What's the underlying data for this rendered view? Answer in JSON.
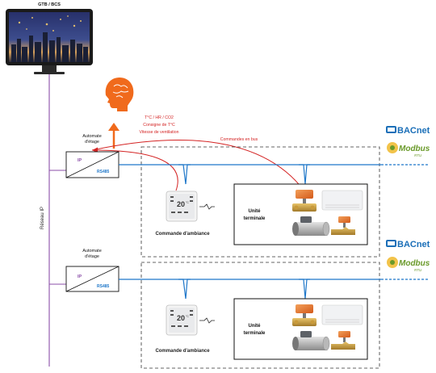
{
  "monitor": {
    "label": "GTB / BCS"
  },
  "network": {
    "label": "Réseau IP"
  },
  "ai_info": {
    "lines": [
      "T°C / HR / CO2",
      "Consigne de T°C",
      "Vitesse de ventilation"
    ]
  },
  "bus_commands": {
    "label": "Commandes en bus"
  },
  "floor_controllers": [
    {
      "title_lines": [
        "Automate",
        "d'étage"
      ],
      "ip_label": "IP",
      "rs485_label": "RS485"
    },
    {
      "title_lines": [
        "Automate",
        "d'étage"
      ],
      "ip_label": "IP",
      "rs485_label": "RS485"
    }
  ],
  "zones": [
    {
      "thermostat": {
        "display": "20",
        "unit": "°C",
        "label": "Commande d'ambiance"
      },
      "terminal": {
        "label_lines": [
          "Unité",
          "terminale"
        ]
      }
    },
    {
      "thermostat": {
        "display": "20",
        "unit": "°C",
        "label": "Commande d'ambiance"
      },
      "terminal": {
        "label_lines": [
          "Unité",
          "terminale"
        ]
      }
    }
  ],
  "protocols": [
    {
      "bacnet": "BACnet",
      "modbus": "Modbus",
      "modbus_sub": "RTU"
    },
    {
      "bacnet": "BACnet",
      "modbus": "Modbus",
      "modbus_sub": "RTU"
    }
  ],
  "colors": {
    "network_line": "#8b4fa8",
    "bus_line": "#1f77c9",
    "arrow_red": "#d42424",
    "ai_orange": "#f06a1c",
    "bacnet_blue": "#1b6fb8",
    "modbus_green": "#6a9a2a"
  }
}
